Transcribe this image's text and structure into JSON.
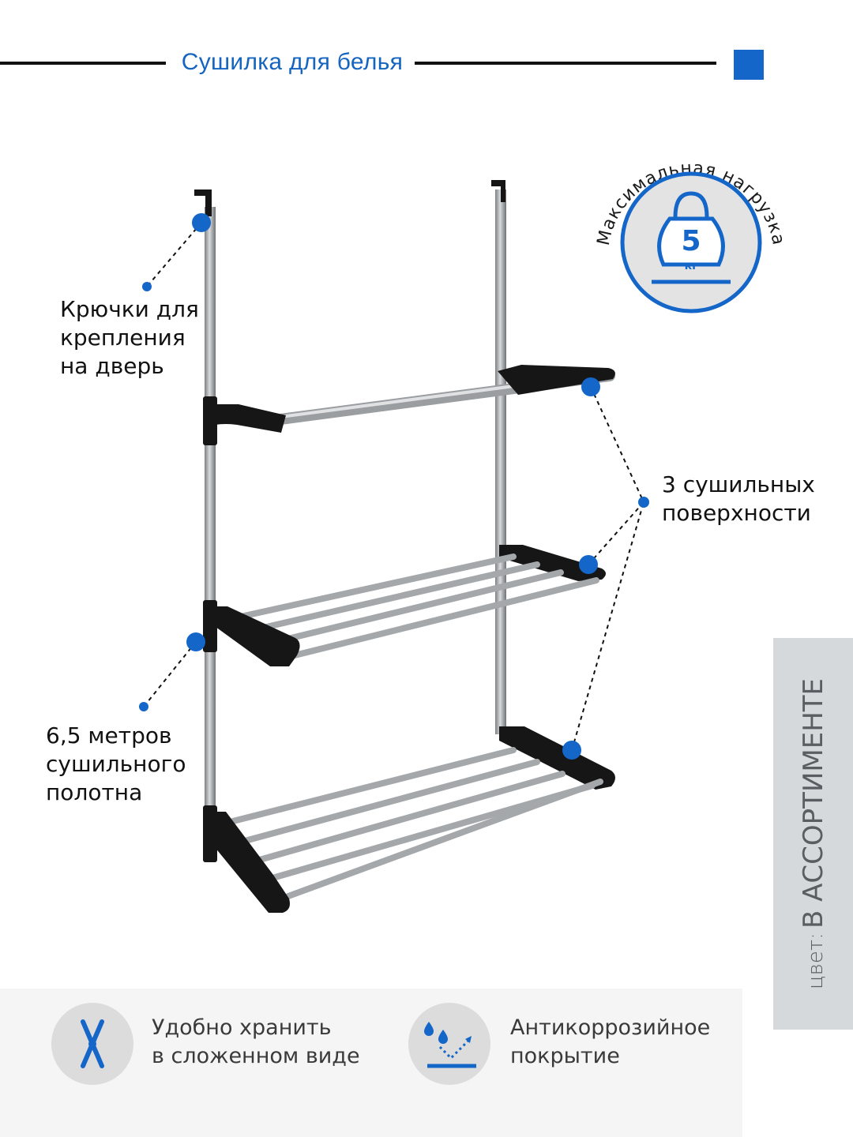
{
  "header": {
    "title": "Сушилка для белья"
  },
  "callouts": {
    "hooks": "Крючки для\nкрепления\nна дверь",
    "surfaces": "3 сушильных\nповерхности",
    "length": "6,5 метров\nсушильного\nполотна"
  },
  "badge": {
    "arc_text": "Максимальная нагрузка",
    "value": "5",
    "unit": "кг",
    "icon": "kettlebell-icon"
  },
  "color_strip": {
    "label": "цвет:",
    "value": "В АССОРТИМЕНТЕ"
  },
  "features": [
    {
      "icon": "folding-x-icon",
      "text": "Удобно хранить\nв сложенном виде"
    },
    {
      "icon": "water-repel-icon",
      "text": "Антикоррозийное\nпокрытие"
    }
  ],
  "colors": {
    "accent": "#1466c8",
    "frame": "#a9acaf",
    "plastic": "#1a1a1a",
    "strip": "#d5d9dc"
  }
}
